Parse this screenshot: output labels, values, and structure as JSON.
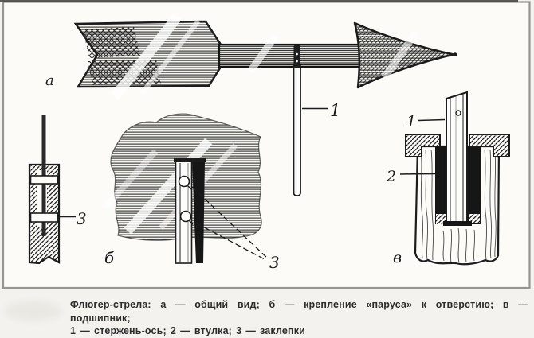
{
  "figure": {
    "caption_line1": "Флюгер-стрела: а — общий вид; б — крепление «паруса» к отверстию; в — подшипник;",
    "caption_line2": "1 — стержень-ось; 2 — втулка; 3 — заклепки",
    "labels": {
      "part_a": "а",
      "part_b": "б",
      "part_v": "в",
      "rod_top": "1",
      "rod_bearing": "1",
      "sleeve": "2",
      "rivets_side": "3",
      "rivets_front": "3"
    },
    "colors": {
      "ink": "#1c1c1c",
      "paper": "#fcfbf8",
      "page_bg": "#f3f2ee",
      "frame_border": "#96948f",
      "frame_top_band": "#403e38",
      "sleeve_fill": "#161616"
    }
  }
}
